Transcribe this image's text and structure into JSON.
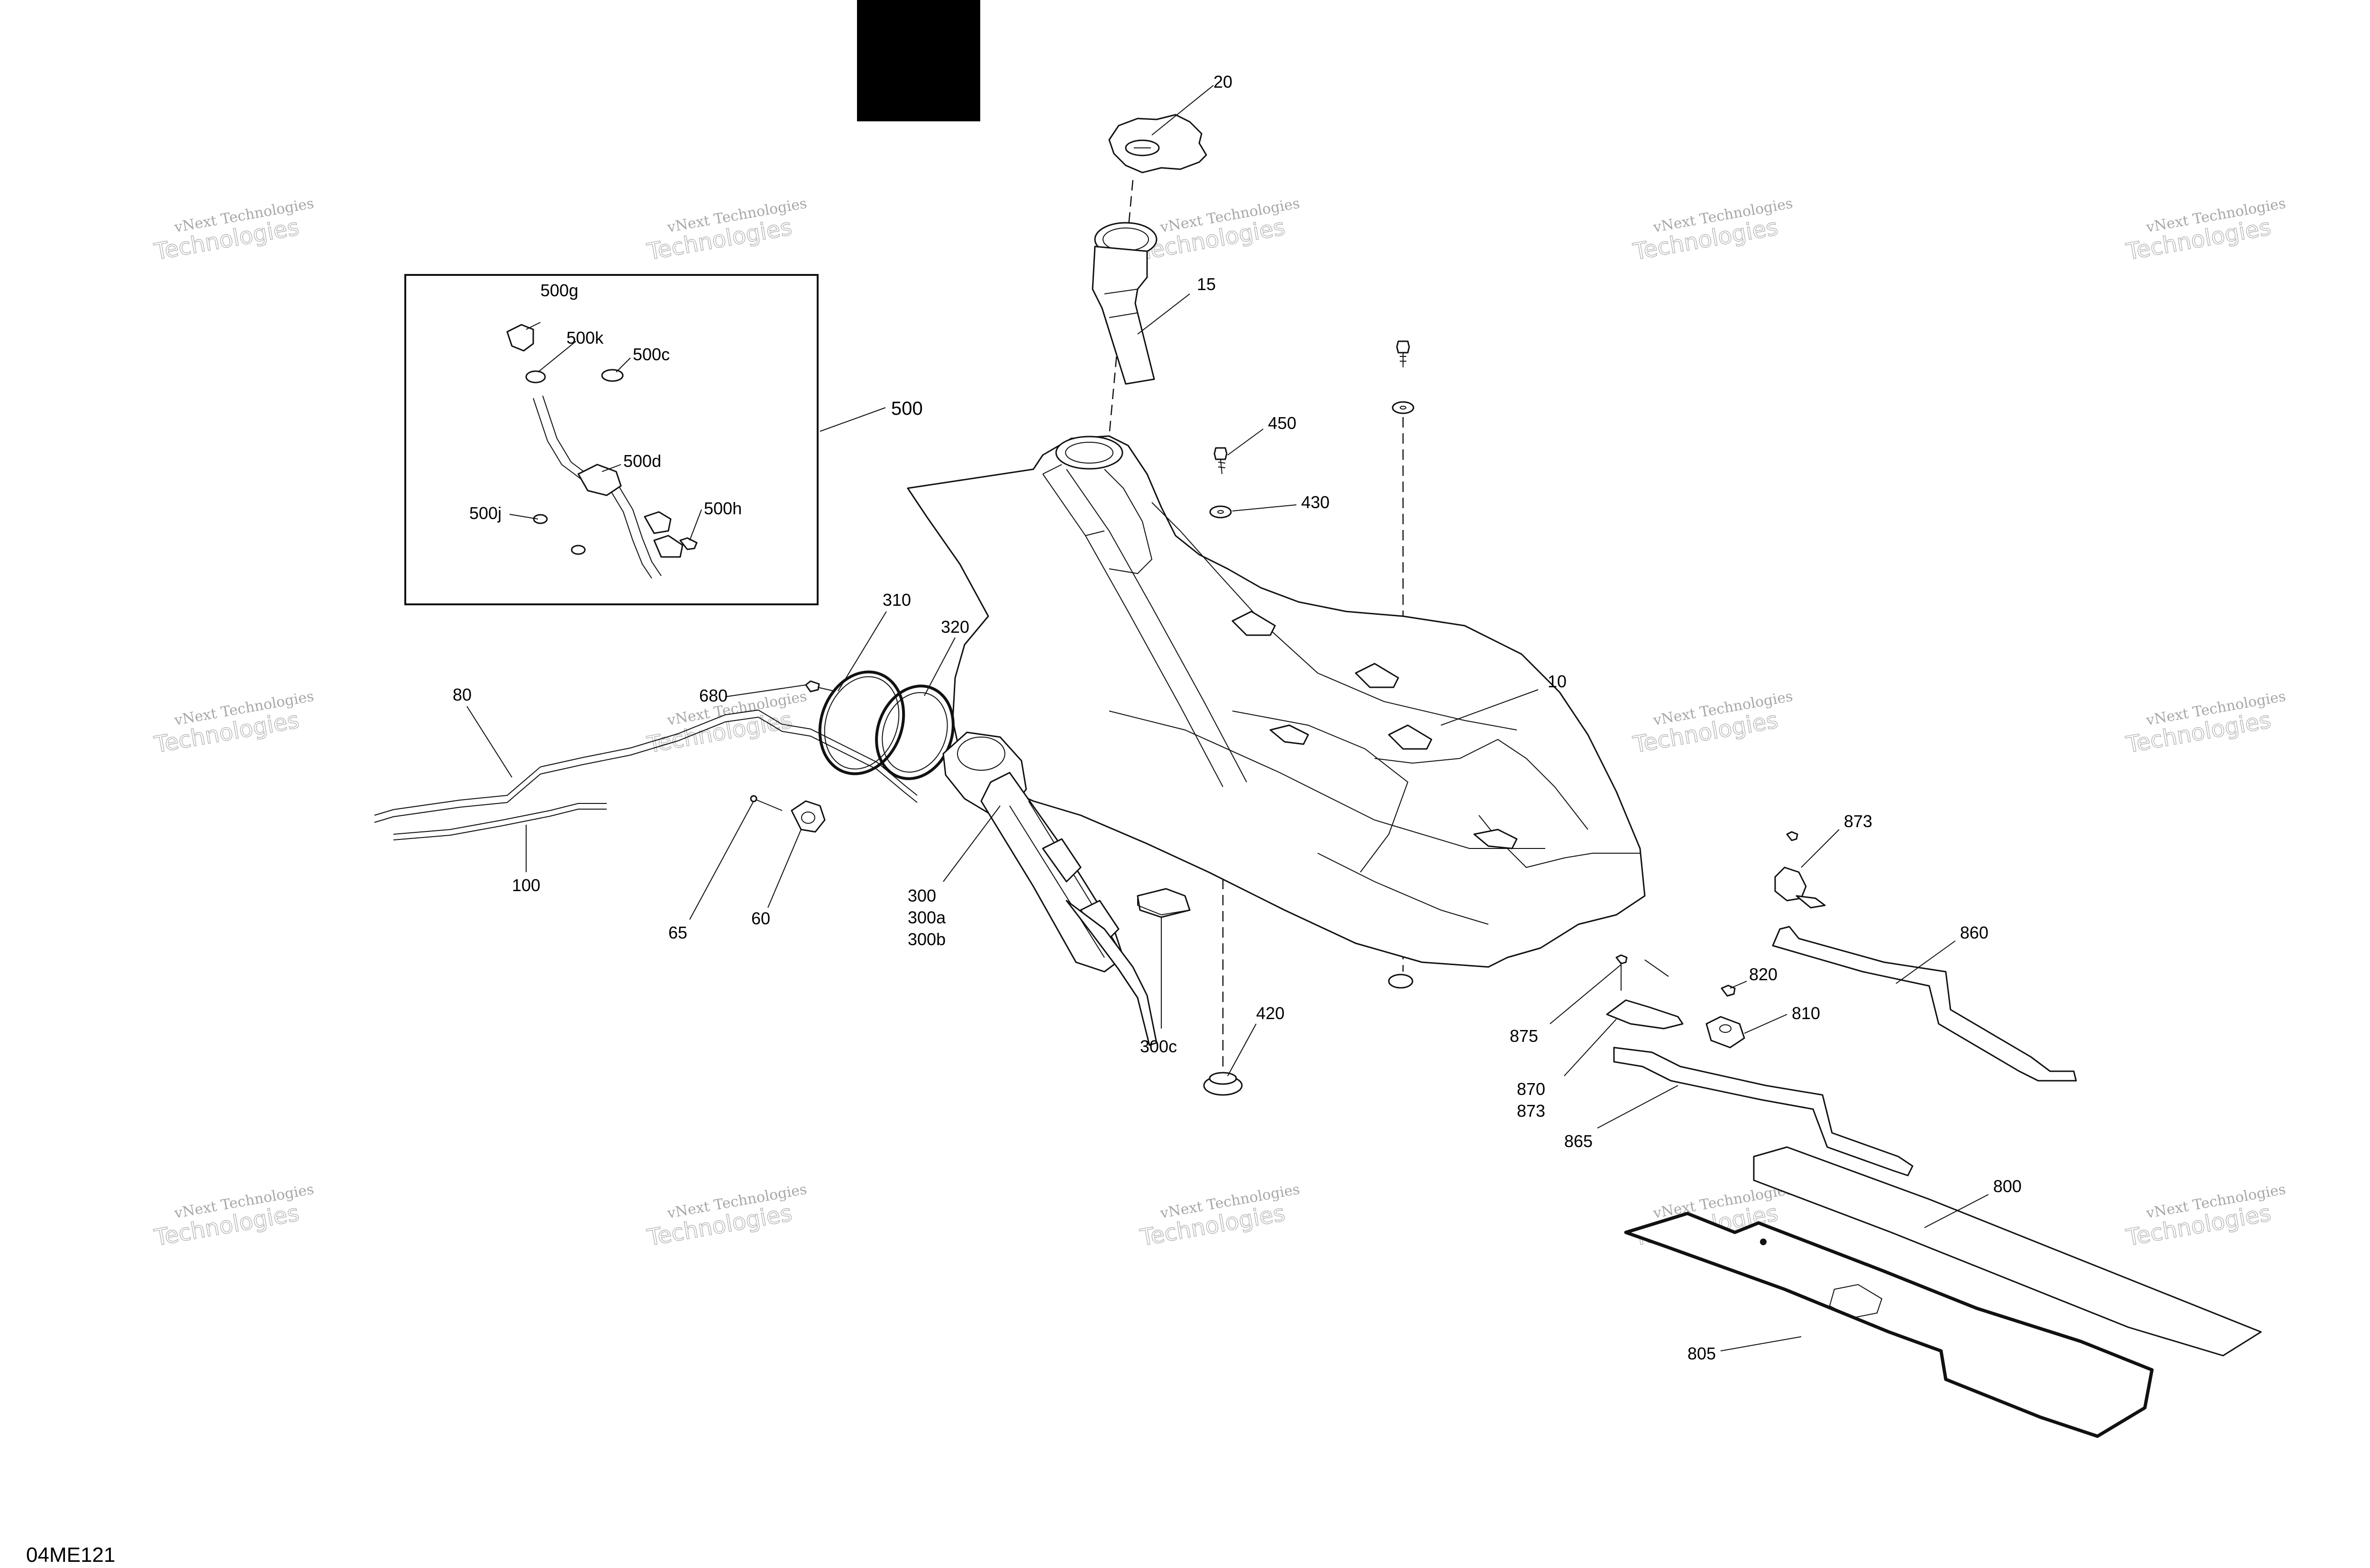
{
  "diagram": {
    "code": "04ME121",
    "watermark": {
      "line1": "vNext Technologies",
      "line2": "Technologies"
    },
    "callouts": {
      "p10": "10",
      "p15": "15",
      "p20": "20",
      "p60": "60",
      "p65": "65",
      "p80": "80",
      "p100": "100",
      "p300": "300",
      "p300a": "300a",
      "p300b": "300b",
      "p300c": "300c",
      "p310": "310",
      "p320": "320",
      "p420": "420",
      "p430": "430",
      "p450": "450",
      "p500": "500",
      "p500c": "500c",
      "p500d": "500d",
      "p500g": "500g",
      "p500h": "500h",
      "p500j": "500j",
      "p500k": "500k",
      "p680": "680",
      "p800": "800",
      "p805": "805",
      "p810": "810",
      "p820": "820",
      "p860": "860",
      "p865": "865",
      "p870": "870",
      "p873": "873",
      "p873b": "873",
      "p875": "875"
    }
  }
}
